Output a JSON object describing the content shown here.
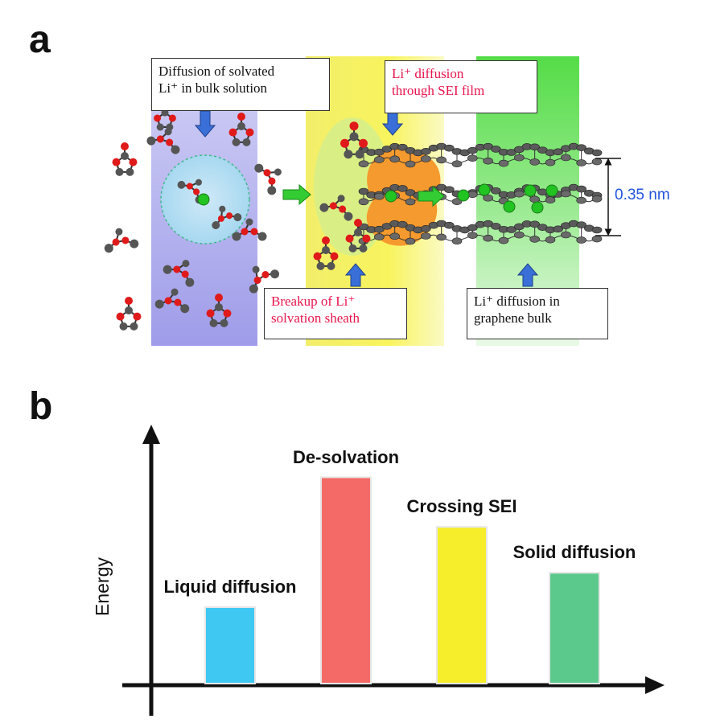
{
  "panel_a": {
    "label": "a",
    "callouts": {
      "bulk": {
        "line1": "Diffusion of solvated",
        "line2": "Li⁺ in bulk solution"
      },
      "sei": {
        "line1": "Li⁺ diffusion",
        "line2": "through SEI film"
      },
      "breakup": {
        "line1": "Breakup of Li⁺",
        "line2": "solvation sheath"
      },
      "graphene": {
        "line1": "Li⁺ diffusion in",
        "line2": "graphene bulk"
      }
    },
    "interlayer_spacing": "0.35 nm",
    "colors": {
      "bulk_zone": "#c9c6f2",
      "sei_zone": "#f5f07a",
      "graphene_zone": "#7be56b",
      "li_ion": "#22c422",
      "sei_film": "#f59a2e",
      "oxygen": "#e01a1a",
      "carbon": "#555555",
      "arrow_blue": "#3a6fd8",
      "arrow_green": "#33cc33",
      "spacing_text": "#2255dd"
    }
  },
  "panel_b": {
    "label": "b",
    "chart_data": {
      "type": "bar",
      "categories": [
        "Liquid diffusion",
        "De-solvation",
        "Crossing SEI",
        "Solid diffusion"
      ],
      "values": [
        1.0,
        2.7,
        2.05,
        1.45
      ],
      "colors": [
        "#3ec8f2",
        "#f46a66",
        "#f6ee2a",
        "#5cc98c"
      ],
      "ylabel": "Energy",
      "xlabel": "",
      "title": ""
    }
  }
}
